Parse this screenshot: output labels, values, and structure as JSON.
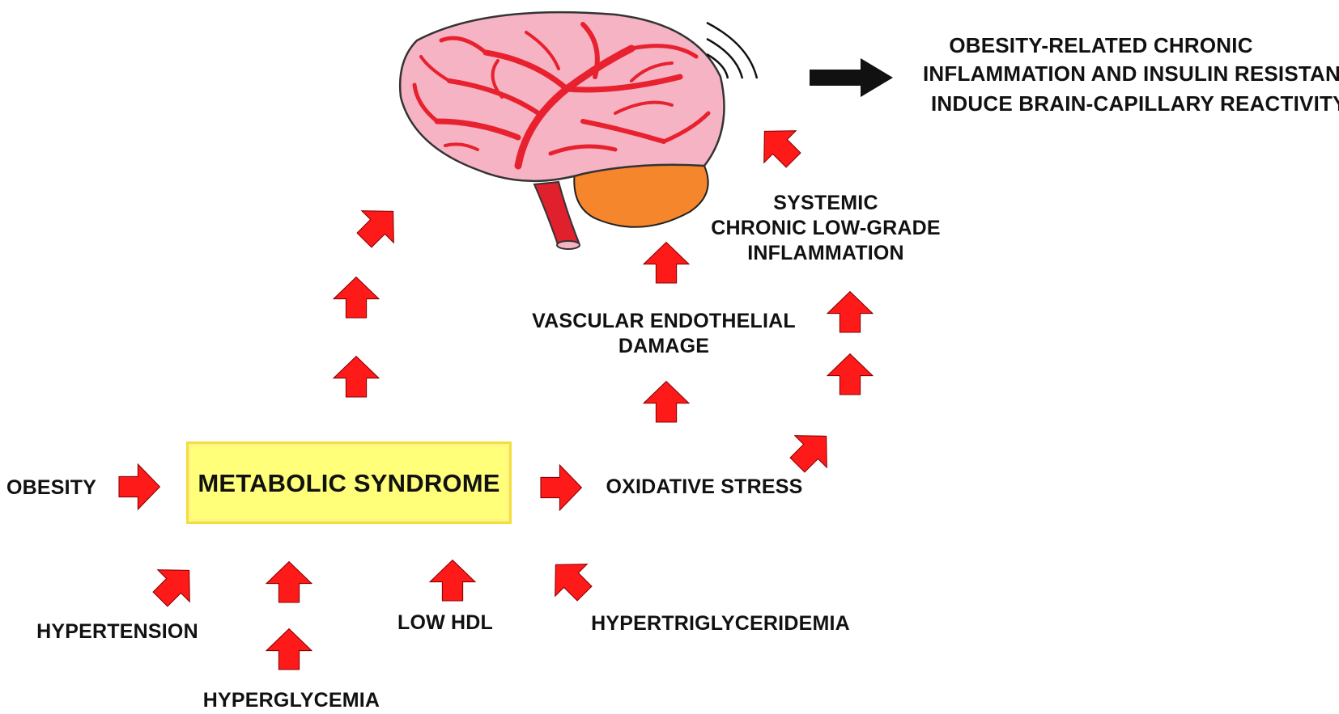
{
  "diagram": {
    "conclusion_lines": [
      "OBESITY-RELATED CHRONIC",
      "INFLAMMATION AND INSULIN RESISTANCE",
      "INDUCE BRAIN-CAPILLARY REACTIVITY"
    ],
    "central_node": "METABOLIC SYNDROME",
    "inputs": {
      "obesity": "OBESITY",
      "hypertension": "HYPERTENSION",
      "hyperglycemia": "HYPERGLYCEMIA",
      "low_hdl": "LOW HDL",
      "hypertriglyceridemia": "HYPERTRIGLYCERIDEMIA"
    },
    "oxidative_stress": "OXIDATIVE STRESS",
    "vascular_damage_lines": [
      "VASCULAR ENDOTHELIAL",
      "DAMAGE"
    ],
    "inflammation_lines": [
      "SYSTEMIC",
      "CHRONIC LOW-GRADE",
      "INFLAMMATION"
    ],
    "brain_icon": "brain-icon",
    "arrow_icon": "red-block-arrow-icon",
    "colors": {
      "arrow_red": "#ff1a1a",
      "box_yellow": "#ffff7a",
      "brain_pink": "#f6b3c4",
      "vessel_red": "#e8212f",
      "cerebellum_orange": "#f5862b"
    }
  }
}
